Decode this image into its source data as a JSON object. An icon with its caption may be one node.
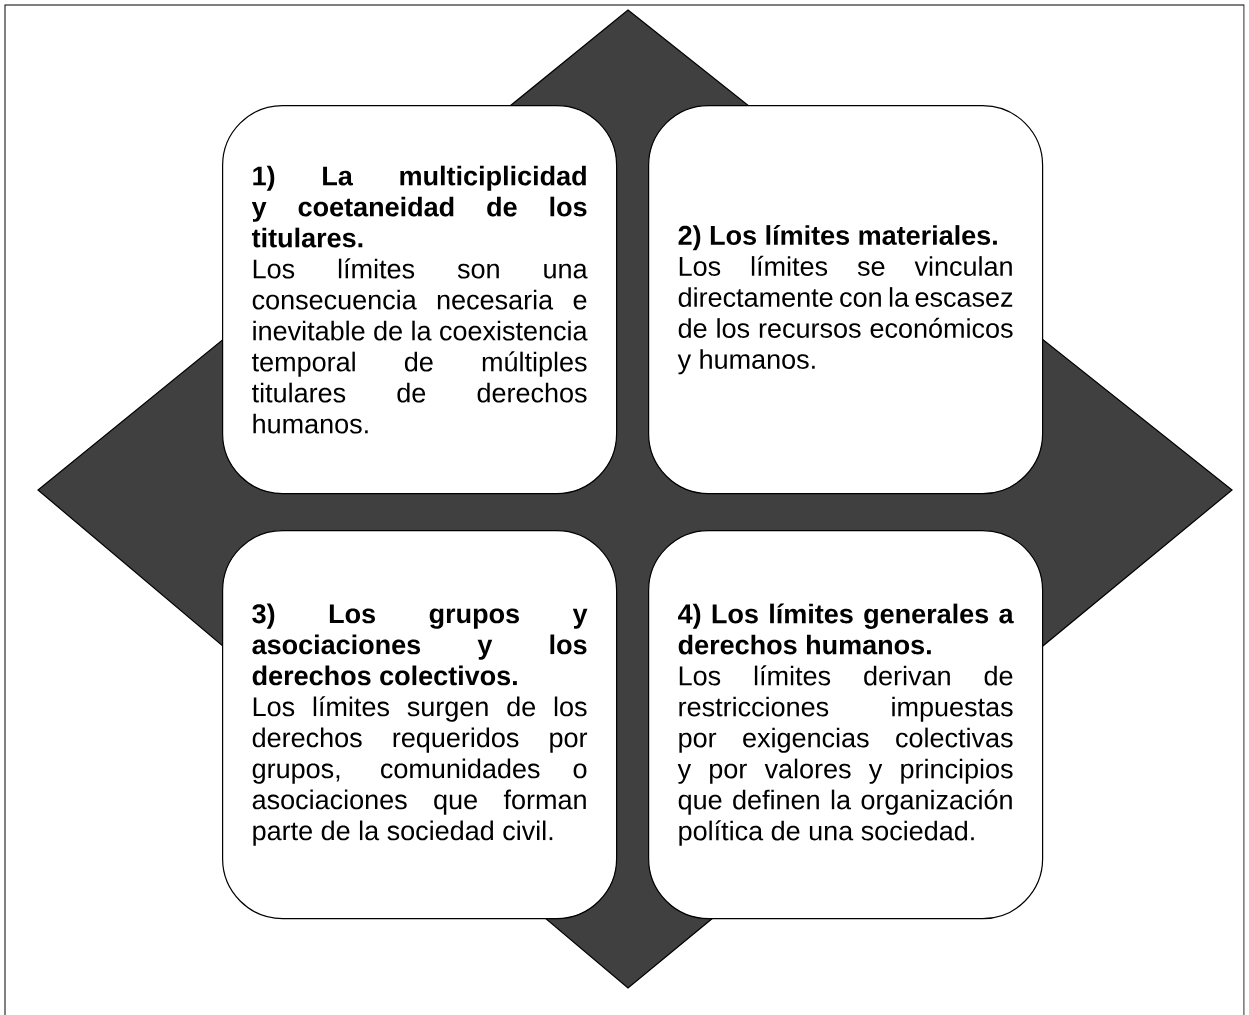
{
  "diagram": {
    "nodes": [
      {
        "text": [
          "1) La multiciplicidad y coetaneidad de los titulares.",
          "Los límites son una consecuencia necesaria e inevitable de la coexistencia temporal de múltiples titulares de derechos humanos."
        ]
      },
      {
        "text": [
          "2) Los límites materiales.",
          "Los límites se vinculan directamente con la escasez de los recursos económicos y humanos."
        ]
      },
      {
        "text": [
          "3) Los grupos y asociaciones y los derechos colectivos.",
          "Los límites surgen de los derechos requeridos por grupos, comunidades o asociaciones que forman parte de la sociedad civil."
        ]
      },
      {
        "text": [
          "4) Los límites generales a derechos humanos.",
          "Los límites derivan de restricciones impuestas por exigencias colectivas y por valores y principios que definen la organización política de una sociedad."
        ]
      }
    ]
  }
}
